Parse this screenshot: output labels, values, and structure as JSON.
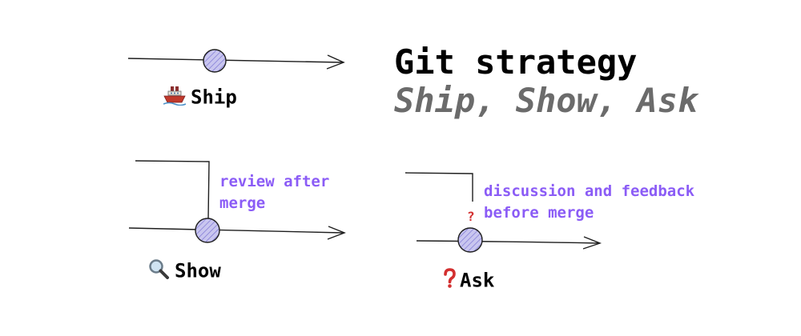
{
  "header": {
    "title": "Git strategy",
    "subtitle": "Ship, Show, Ask"
  },
  "strategies": {
    "ship": {
      "label": "Ship"
    },
    "show": {
      "label": "Show",
      "note": "review after\nmerge"
    },
    "ask": {
      "label": "Ask",
      "note": "discussion and feedback\nbefore merge",
      "question_mark": "?"
    }
  },
  "icons": {
    "ship": "ship-icon",
    "show": "magnifier-icon",
    "ask": "question-mark-icon"
  },
  "colors": {
    "title": "#000000",
    "subtitle": "#6b6b6b",
    "note": "#8b5cf6",
    "question": "#d32f2f",
    "commit_fill": "#c9c6ef",
    "commit_stroke": "#1e1e1e",
    "line": "#1e1e1e"
  }
}
